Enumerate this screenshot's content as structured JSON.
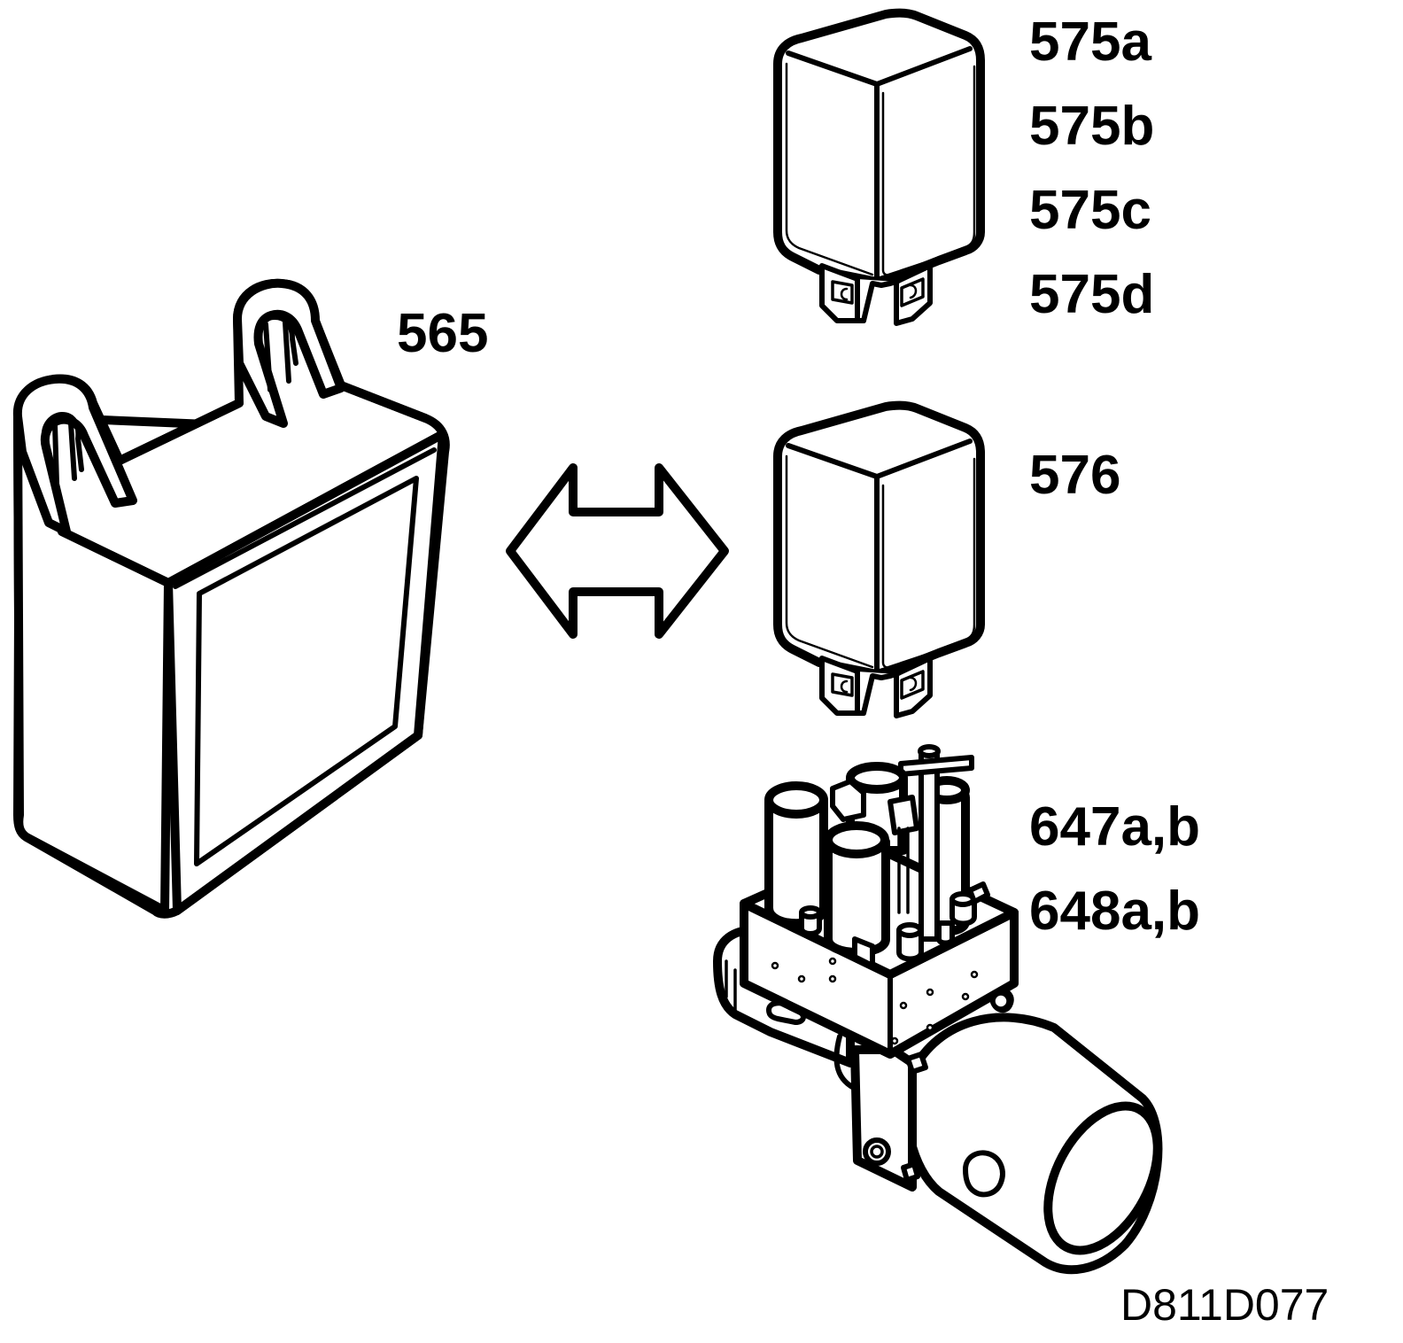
{
  "labels": {
    "control_unit": "565",
    "relays_top": [
      "575a",
      "575b",
      "575c",
      "575d"
    ],
    "relay_mid": "576",
    "pump_unit": [
      "647a,b",
      "648a,b"
    ]
  },
  "reference": "D811D077",
  "icons": {
    "control_unit": "control-unit-box-icon",
    "relay": "relay-icon",
    "pump": "hydraulic-pump-unit-icon",
    "arrow": "double-headed-arrow-icon"
  },
  "colors": {
    "ink": "#000000",
    "paper": "#ffffff"
  }
}
